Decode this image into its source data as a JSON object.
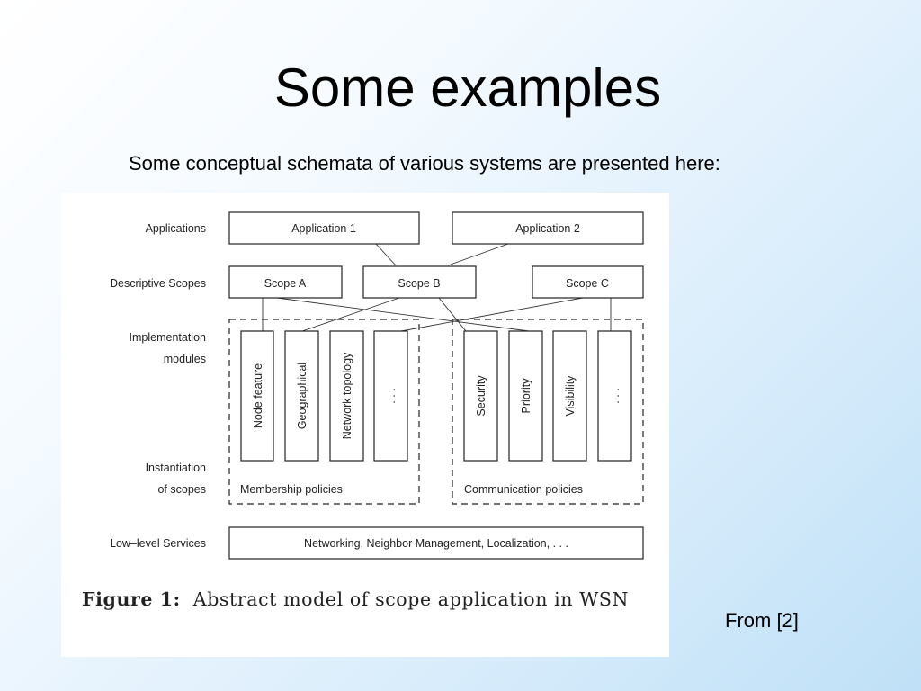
{
  "slide": {
    "title": "Some examples",
    "subtitle": "Some conceptual schemata of various systems are presented here:",
    "source": "From  [2]"
  },
  "figure": {
    "layer_labels": {
      "applications": "Applications",
      "descriptive_scopes": "Descriptive Scopes",
      "implementation_line1": "Implementation",
      "implementation_line2": "modules",
      "instantiation_line1": "Instantiation",
      "instantiation_line2": "of scopes",
      "low_level": "Low–level Services"
    },
    "applications": [
      "Application 1",
      "Application 2"
    ],
    "scopes": [
      "Scope A",
      "Scope B",
      "Scope C"
    ],
    "membership_modules": [
      "Node feature",
      "Geographical",
      "Network topology",
      ". . ."
    ],
    "communication_modules": [
      "Security",
      "Priority",
      "Visibility",
      ". . ."
    ],
    "membership_group_label": "Membership policies",
    "communication_group_label": "Communication policies",
    "low_level_services": "Networking, Neighbor Management, Localization, . . .",
    "caption_label": "Figure 1:",
    "caption_text": "Abstract model of scope application in WSN"
  }
}
